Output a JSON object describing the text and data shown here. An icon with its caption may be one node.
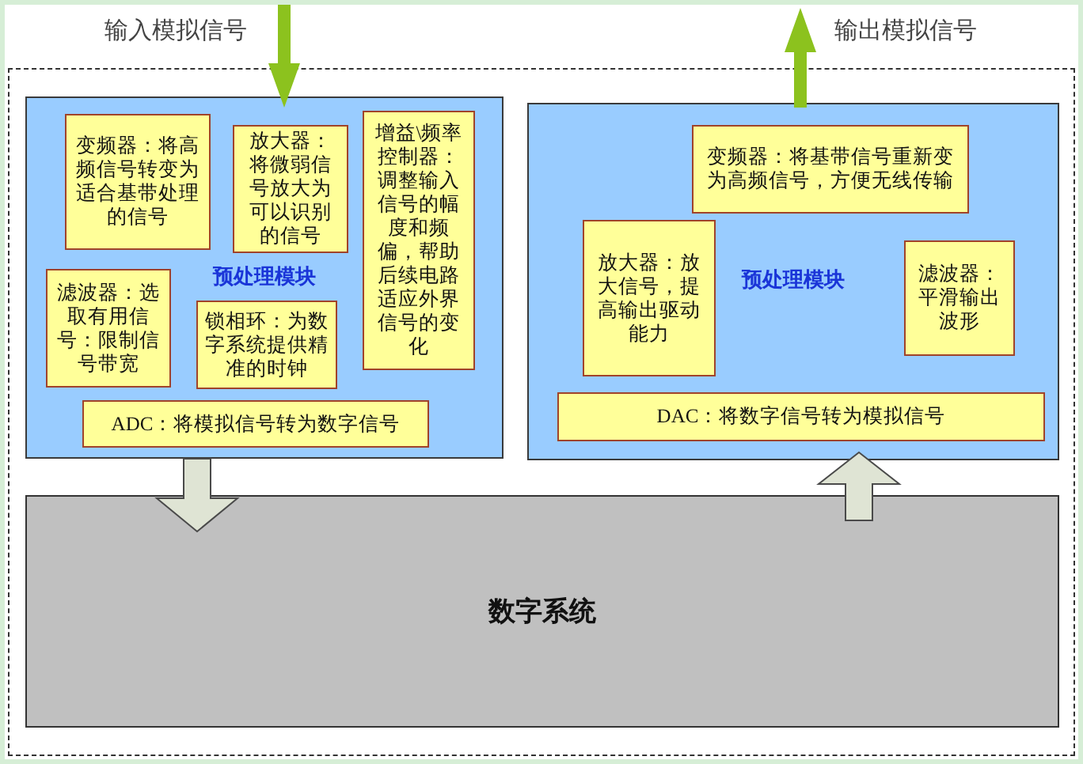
{
  "diagram": {
    "nodes": [
      {
        "text": [],
        "shape": "box"
      },
      {
        "text": [
          "预处理模块"
        ],
        "in": 0
      },
      {
        "text": [
          "变频器：将高频信号转变为适合基带处理的信号"
        ],
        "in": 1
      },
      {
        "text": [
          "放大器：将微弱信号放大为可以识别的信号"
        ],
        "in": 1
      },
      {
        "text": [
          "增益\\频率控制器：调整输入信号的幅度和频偏，帮助后续电路适应外界信号的变化"
        ],
        "in": 1
      },
      {
        "text": [
          "滤波器：选取有用信号：限制信号带宽"
        ],
        "in": 1
      },
      {
        "text": [
          "锁相环：为数字系统提供精准的时钟"
        ],
        "in": 1
      },
      {
        "text": [
          "ADC：将模拟信号转为数字信号"
        ],
        "in": 1
      },
      {
        "text": [
          "预处理模块"
        ],
        "in": 0
      },
      {
        "text": [
          "变频器：将基带信号重新变为高频信号，方便无线传输"
        ],
        "in": 8
      },
      {
        "text": [
          "放大器：放大信号，提高输出驱动能力"
        ],
        "in": 8
      },
      {
        "text": [
          "滤波器：平滑输出波形"
        ],
        "in": 8
      },
      {
        "text": [
          "DAC：将数字信号转为模拟信号"
        ],
        "in": 8
      },
      {
        "text": [
          "数字系统"
        ],
        "in": 0
      }
    ],
    "edges": [
      {
        "from": null,
        "to": 1,
        "arrow": "to",
        "label": "输入模拟信号",
        "style": "thick",
        "color": "#8cc21e"
      },
      {
        "from": 1,
        "to": 13,
        "arrow": "to",
        "style": "thick"
      },
      {
        "from": 13,
        "to": 8,
        "arrow": "to",
        "style": "thick"
      },
      {
        "from": 8,
        "to": null,
        "arrow": "to",
        "label": "输出模拟信号",
        "style": "thick",
        "color": "#8cc21e"
      }
    ]
  }
}
